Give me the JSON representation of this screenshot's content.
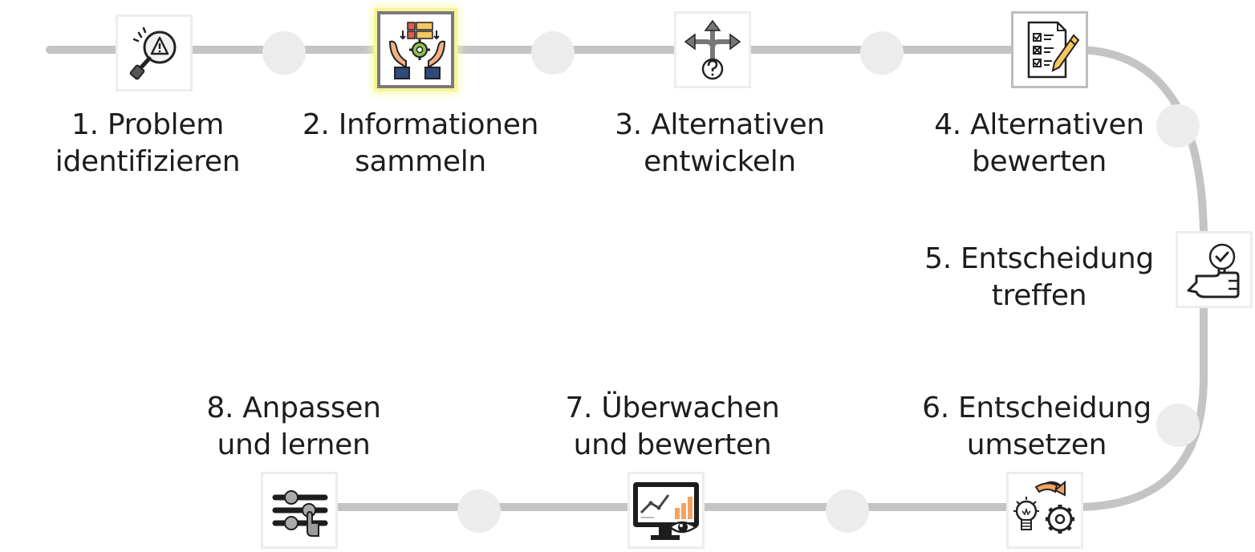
{
  "colors": {
    "track": "#c4c4c4",
    "node": "#ececec",
    "text": "#1d1d1d",
    "highlight": "#f5f59a",
    "accent_green": "#8bc34a",
    "accent_yellow": "#f6c85f",
    "accent_red": "#e05a4f",
    "accent_orange": "#f4a261"
  },
  "steps": [
    {
      "line1": "1. Problem",
      "line2": "identifizieren",
      "icon": "magnifier-warning-icon"
    },
    {
      "line1": "2. Informationen",
      "line2": "sammeln",
      "icon": "hands-data-gear-icon"
    },
    {
      "line1": "3. Alternativen",
      "line2": "entwickeln",
      "icon": "crossroads-arrows-icon"
    },
    {
      "line1": "4. Alternativen",
      "line2": "bewerten",
      "icon": "checklist-pencil-icon"
    },
    {
      "line1": "5. Entscheidung",
      "line2": "treffen",
      "icon": "hand-checkmark-icon"
    },
    {
      "line1": "6. Entscheidung",
      "line2": "umsetzen",
      "icon": "lightbulb-gear-icon"
    },
    {
      "line1": "7. Überwachen",
      "line2": "und bewerten",
      "icon": "monitor-chart-eye-icon"
    },
    {
      "line1": "8. Anpassen",
      "line2": "und lernen",
      "icon": "sliders-hand-icon"
    }
  ]
}
